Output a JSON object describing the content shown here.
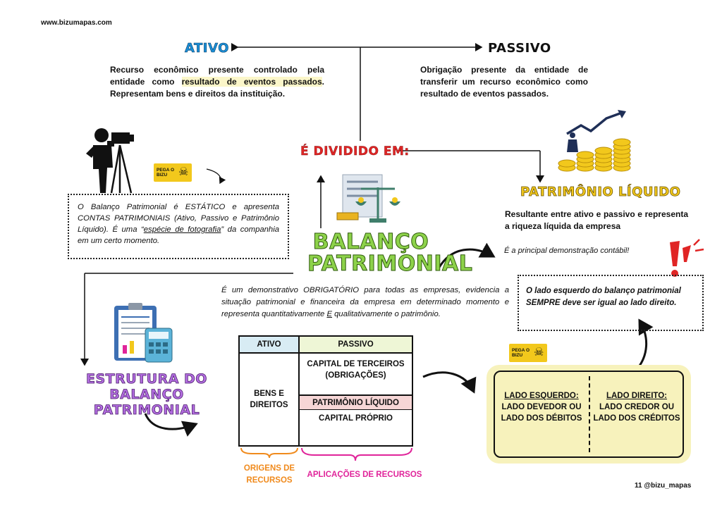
{
  "site": "www.bizumapas.com",
  "footer": "11 @bizu_mapas",
  "ativo": {
    "title": "ATIVO",
    "desc_pre": "Recurso econômico presente controlado pela entidade como ",
    "desc_highlight": "resultado de eventos passados",
    "desc_post": ". Representam bens e direitos da instituição."
  },
  "passivo": {
    "title": "PASSIVO",
    "desc": "Obrigação presente da entidade de transferir um recurso econômico como resultado de eventos passados."
  },
  "dividido": "É DIVIDIDO EM:",
  "patrimonio": {
    "title": "PATRIMÔNIO LÍQUIDO",
    "desc": "Resultante entre ativo e passivo e representa a riqueza líquida da empresa"
  },
  "badge_label_1": "PEGA O",
  "badge_label_2": "BIZU",
  "estatico": {
    "p1": "O Balanço Patrimonial é ESTÁTICO e apresenta CONTAS PATRIMONIAIS (Ativo, Passivo e Patrimônio Líquido). É uma “",
    "link": "espécie de fotografia",
    "p2": "” da companhia em um certo momento."
  },
  "balanco": {
    "line1": "BALANÇO",
    "line2": "PATRIMONIAL"
  },
  "principal": "É a principal demonstração contábil!",
  "lado_box": "O lado esquerdo do balanço patrimonial SEMPRE deve ser igual ao lado direito.",
  "demo": {
    "p1": "É um demonstrativo OBRIGATÓRIO para todas as empresas, evidencia a situação patrimonial e financeira da empresa em determinado momento e representa quantitativamente ",
    "e": "E",
    "p2": " qualitativamente o patrimônio."
  },
  "estrutura": {
    "line1": "ESTRUTURA DO",
    "line2": "BALANÇO PATRIMONIAL"
  },
  "tabela": {
    "ativo_header": "ATIVO",
    "passivo_header": "PASSIVO",
    "bens": "BENS E DIREITOS",
    "capital_terceiros": "CAPITAL DE TERCEIROS (OBRIGAÇÕES)",
    "pl": "PATRIMÔNIO LÍQUIDO",
    "capital_proprio": "CAPITAL PRÓPRIO",
    "origens": "ORIGENS DE RECURSOS",
    "aplicacoes": "APLICAÇÕES DE RECURSOS"
  },
  "lados": {
    "esq_title": "LADO ESQUERDO:",
    "esq_desc": "LADO DEVEDOR OU LADO DOS DÉBITOS",
    "dir_title": "LADO DIREITO:",
    "dir_desc": "LADO CREDOR OU LADO DOS CRÉDITOS"
  },
  "colors": {
    "ativo_blue": "#1a8fd8",
    "red": "#e02525",
    "pl_yellow": "#f2c81c",
    "balanco_green": "#8dd24a",
    "estrutura_purple": "#b36de0",
    "table_ativo_bg": "#d8ecf4",
    "table_passivo_bg": "#eef6d6",
    "table_pl_bg": "#f6d6d6",
    "origens_orange": "#f08a1c",
    "aplicacoes_pink": "#e0249a"
  },
  "icons": [
    "photographer-icon",
    "skull-icon",
    "balance-scale-icon",
    "growth-chart-icon",
    "balance-sheet-icon",
    "exclamation-icon"
  ]
}
